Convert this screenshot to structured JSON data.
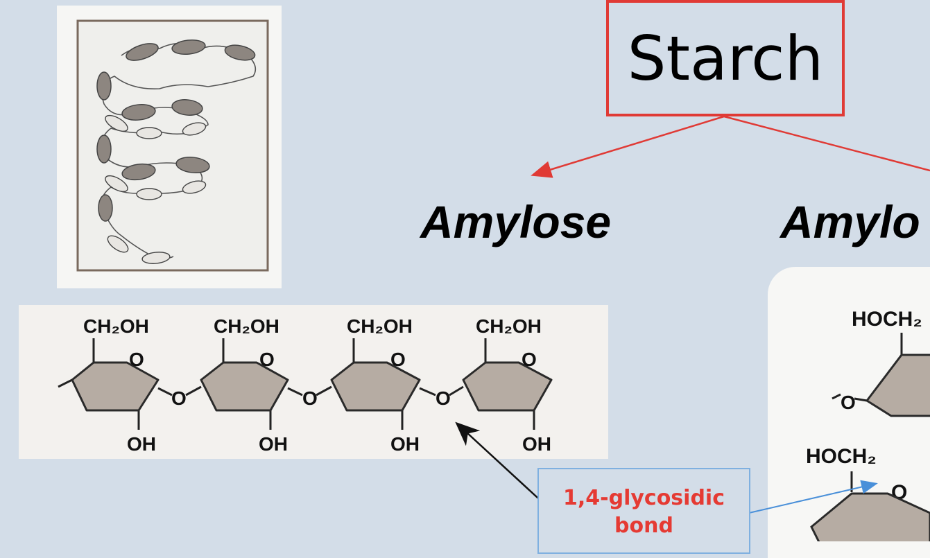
{
  "title": "Starch",
  "branches": {
    "left": "Amylose",
    "right": "Amylo"
  },
  "amylose_chain": {
    "units": [
      {
        "top": "CH₂OH",
        "ring_o": "O",
        "bottom": "OH"
      },
      {
        "top": "CH₂OH",
        "ring_o": "O",
        "bottom": "OH"
      },
      {
        "top": "CH₂OH",
        "ring_o": "O",
        "bottom": "OH"
      },
      {
        "top": "CH₂OH",
        "ring_o": "O",
        "bottom": "OH"
      }
    ],
    "linker": "O"
  },
  "amylopectin_fragment": {
    "top_label": "HOCH₂",
    "mid_label": "HOCH₂",
    "ring_o": "O",
    "linker": "O"
  },
  "bond_label": "1,4-glycosidic bond",
  "colors": {
    "background": "#d3dde8",
    "title_border": "#e03a35",
    "arrow_red": "#e03a35",
    "bond_text": "#e53a33",
    "bond_box_border": "#7fb0e0",
    "arrow_blue": "#4a90d9",
    "ring_fill": "#b6aca3"
  }
}
